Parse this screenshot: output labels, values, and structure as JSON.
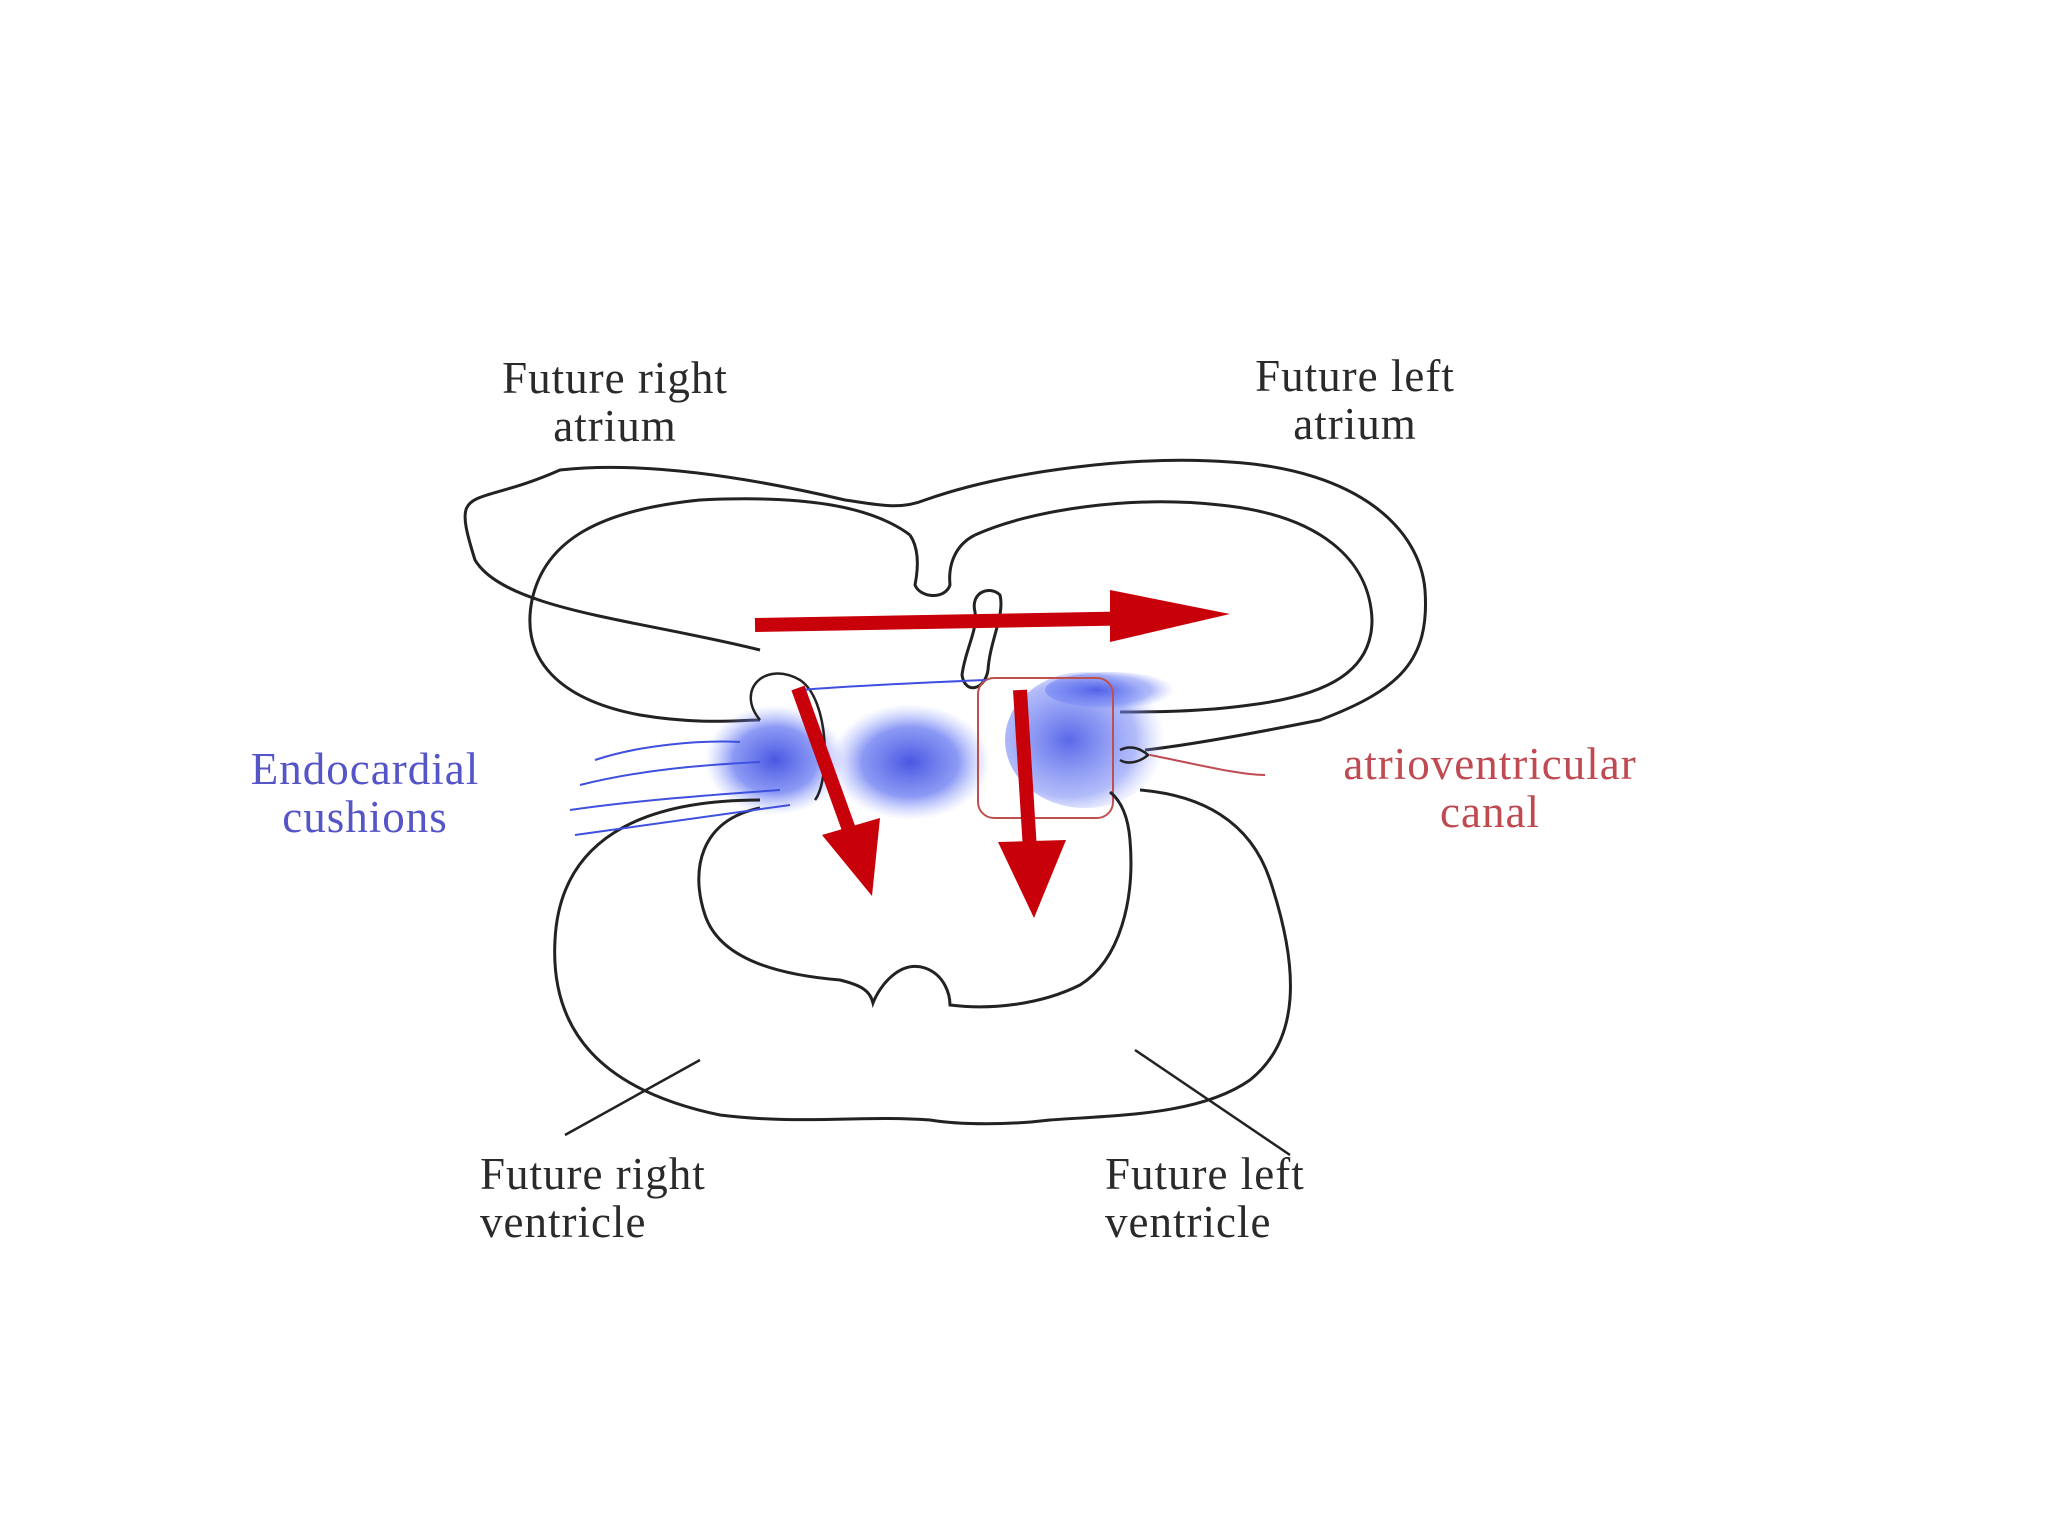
{
  "labels": {
    "right_atrium": [
      "Future right",
      "atrium"
    ],
    "left_atrium": [
      "Future left",
      "atrium"
    ],
    "endocardial_cushions": [
      "Endocardial",
      "cushions"
    ],
    "av_canal": [
      "atrioventricular",
      "canal"
    ],
    "right_ventricle": [
      "Future right",
      "ventricle"
    ],
    "left_ventricle": [
      "Future left",
      "ventricle"
    ]
  },
  "colors": {
    "outline": "#222222",
    "arrow": "#c8000a",
    "cushion": "#4d5ee0",
    "cushion_label": "#5555c8",
    "canal_label": "#c04a52"
  }
}
